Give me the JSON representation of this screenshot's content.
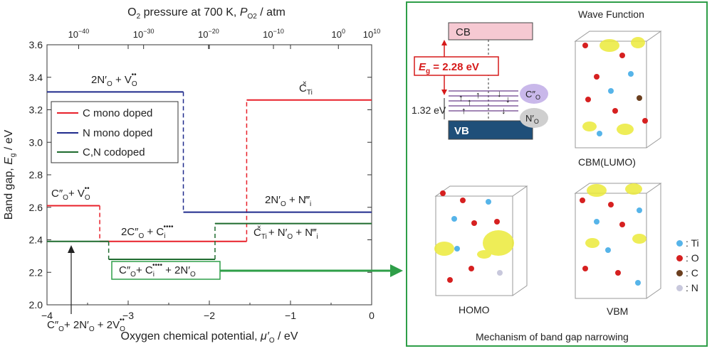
{
  "chart_data": {
    "type": "line",
    "xlabel_main": "Oxygen chemical potential, ",
    "xlabel_mu": "μ′",
    "xlabel_sub": "O",
    "xlabel_unit": " / eV",
    "ylabel_main": "Band gap, ",
    "ylabel_E": "E",
    "ylabel_sub": "g",
    "ylabel_unit": " / eV",
    "top_label_pre": "O",
    "top_label_o2sub": "2",
    "top_label_mid": " pressure at 700 K, ",
    "top_label_P": "P",
    "top_label_psub": "O2",
    "top_label_unit": " / atm",
    "xlim": [
      -4,
      0
    ],
    "ylim": [
      2.0,
      3.6
    ],
    "x_ticks": [
      -4,
      -3,
      -2,
      -1,
      0
    ],
    "x_tick_labels": [
      "−4",
      "−3",
      "−2",
      "−1",
      "0"
    ],
    "y_ticks": [
      2.0,
      2.2,
      2.4,
      2.6,
      2.8,
      3.0,
      3.2,
      3.4,
      3.6
    ],
    "y_tick_labels": [
      "2.0",
      "2.2",
      "2.4",
      "2.6",
      "2.8",
      "3.0",
      "3.2",
      "3.4",
      "3.6"
    ],
    "top_ticks": [
      {
        "mu": -3.61,
        "base": "10",
        "exp": "−40"
      },
      {
        "mu": -2.81,
        "base": "10",
        "exp": "−30"
      },
      {
        "mu": -2.01,
        "base": "10",
        "exp": "−20"
      },
      {
        "mu": -1.21,
        "base": "10",
        "exp": "−10"
      },
      {
        "mu": -0.41,
        "base": "10",
        "exp": "0"
      },
      {
        "mu": 0.0,
        "base": "10",
        "exp": "10"
      }
    ],
    "series": [
      {
        "name": "C mono doped",
        "color": "#e8202a",
        "segments": [
          [
            -4,
            -3.35,
            2.61
          ],
          [
            -3.35,
            -1.54,
            2.39
          ],
          [
            -1.54,
            0,
            3.26
          ]
        ]
      },
      {
        "name": "N mono doped",
        "color": "#1f2a8c",
        "segments": [
          [
            -4,
            -2.32,
            3.31
          ],
          [
            -2.32,
            0,
            2.57
          ]
        ]
      },
      {
        "name": "C,N codoped",
        "color": "#1e6b2e",
        "segments": [
          [
            -4,
            -3.24,
            2.39
          ],
          [
            -3.24,
            -1.93,
            2.28
          ],
          [
            -1.93,
            0,
            2.5
          ]
        ]
      }
    ],
    "annotations": [
      {
        "text": "2N′O + V••O",
        "color": "#222"
      },
      {
        "text": "C×Ti",
        "color": "#222"
      },
      {
        "text": "C″O + V••O",
        "color": "#222"
      },
      {
        "text": "2C″O + C••••i",
        "color": "#222"
      },
      {
        "text": "2N′O + N‴i",
        "color": "#222"
      },
      {
        "text": "C×Ti + N′O + N‴i",
        "color": "#222"
      },
      {
        "text": "C″O + C••••i + 2N′O",
        "color": "#222"
      },
      {
        "text": "C″O + 2N′O + 2V••O",
        "color": "#222"
      }
    ],
    "grid": false,
    "legend_placement": "left-middle"
  },
  "mechanism": {
    "title": "Mechanism of band gap narrowing",
    "band_diagram": {
      "cb_label": "CB",
      "vb_label": "VB",
      "eg_text": "E",
      "eg_sub": "g",
      "eg_value": " = 2.28 eV",
      "gap_value": "1.32 eV",
      "defect_c": "C″",
      "defect_c_sub": "O",
      "defect_n": "N′",
      "defect_n_sub": "O"
    },
    "panels": {
      "wave_function": "Wave Function",
      "cbm": "CBM(LUMO)",
      "homo": "HOMO",
      "vbm": "VBM"
    },
    "atom_legend": [
      {
        "label": ": Ti",
        "color": "#56b4e9"
      },
      {
        "label": ": O",
        "color": "#d62020"
      },
      {
        "label": ": C",
        "color": "#6b3f1f"
      },
      {
        "label": ": N",
        "color": "#c8c8dc"
      }
    ]
  }
}
